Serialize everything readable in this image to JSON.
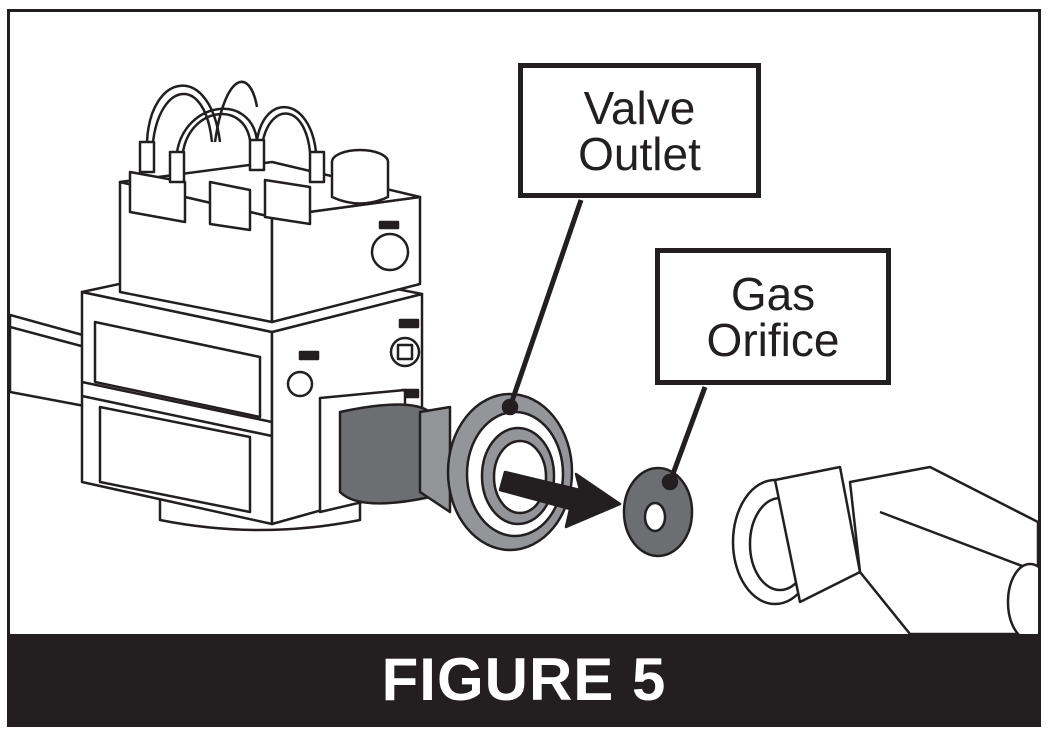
{
  "callouts": {
    "valve_outlet": "Valve\nOutlet",
    "gas_orifice": "Gas\nOrifice"
  },
  "caption": "FIGURE 5",
  "colors": {
    "ink": "#231f20",
    "panel_fill": "#ffffff",
    "shade_dark": "#6d6e71",
    "shade_mid": "#939598"
  }
}
